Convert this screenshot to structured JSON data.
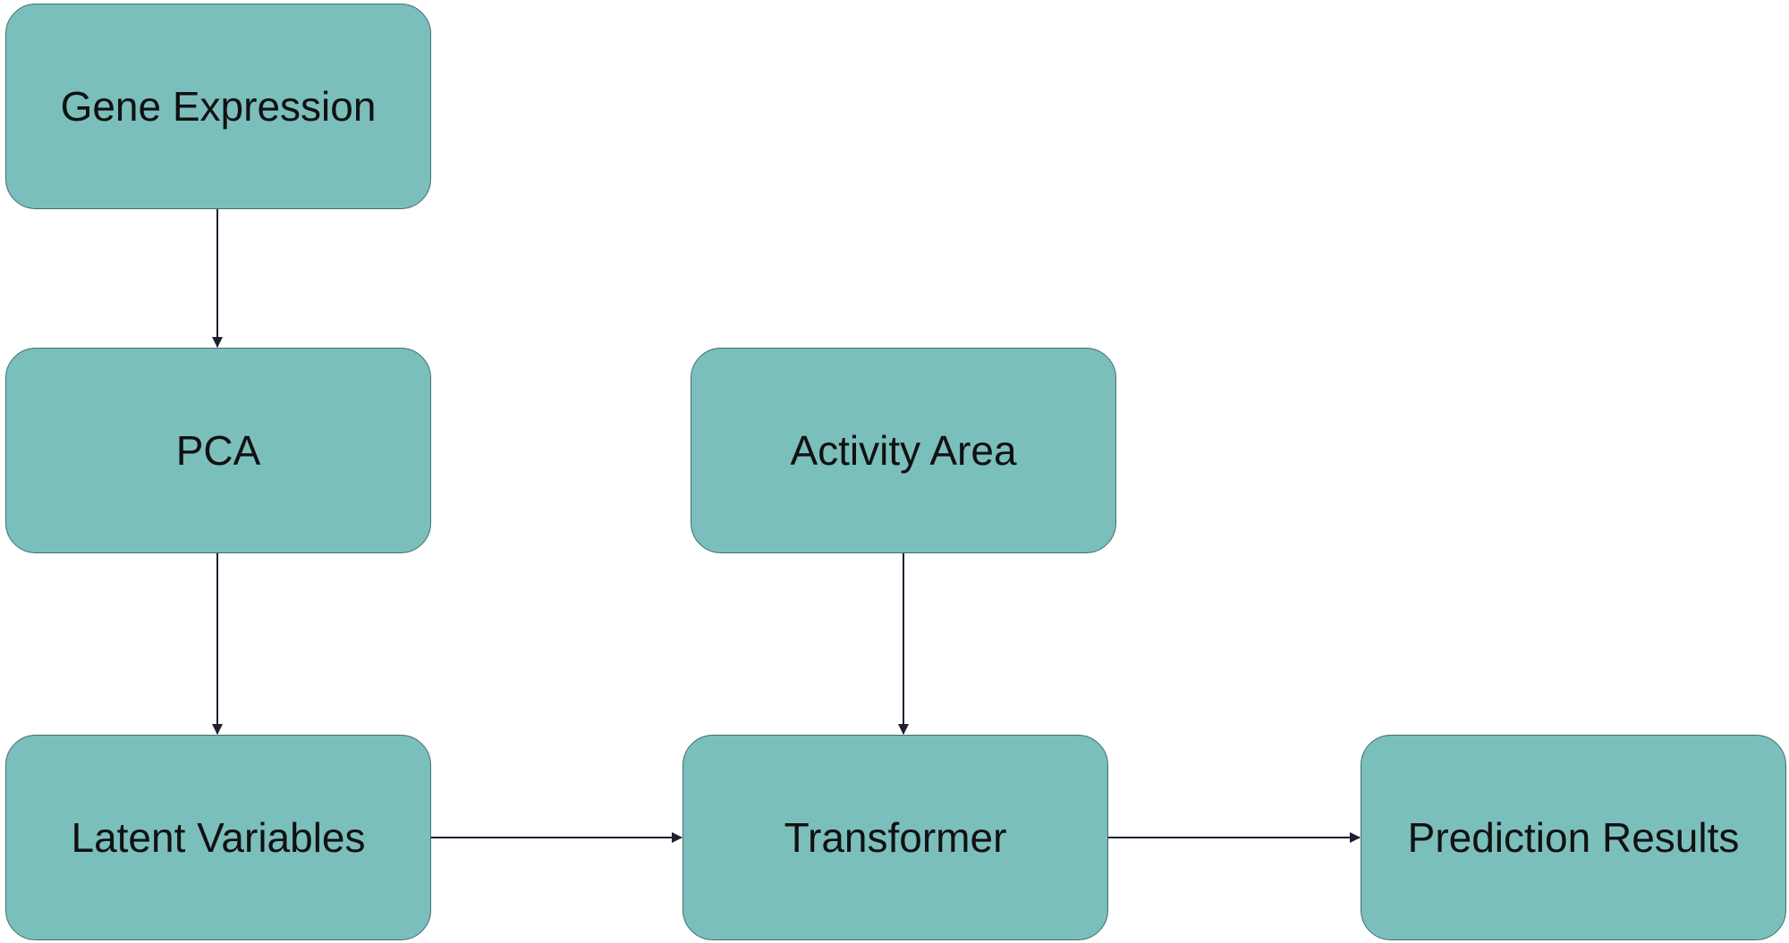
{
  "nodes": {
    "gene_expression": "Gene Expression",
    "pca": "PCA",
    "latent_variables": "Latent Variables",
    "activity_area": "Activity Area",
    "transformer": "Transformer",
    "prediction_results": "Prediction Results"
  },
  "edges": [
    {
      "from": "Gene Expression",
      "to": "PCA"
    },
    {
      "from": "PCA",
      "to": "Latent Variables"
    },
    {
      "from": "Activity Area",
      "to": "Transformer"
    },
    {
      "from": "Latent Variables",
      "to": "Transformer"
    },
    {
      "from": "Transformer",
      "to": "Prediction Results"
    }
  ],
  "colors": {
    "node_fill": "#7bbfbd",
    "node_border": "#3f6f6d",
    "edge": "#1b2033",
    "text": "#111111"
  }
}
